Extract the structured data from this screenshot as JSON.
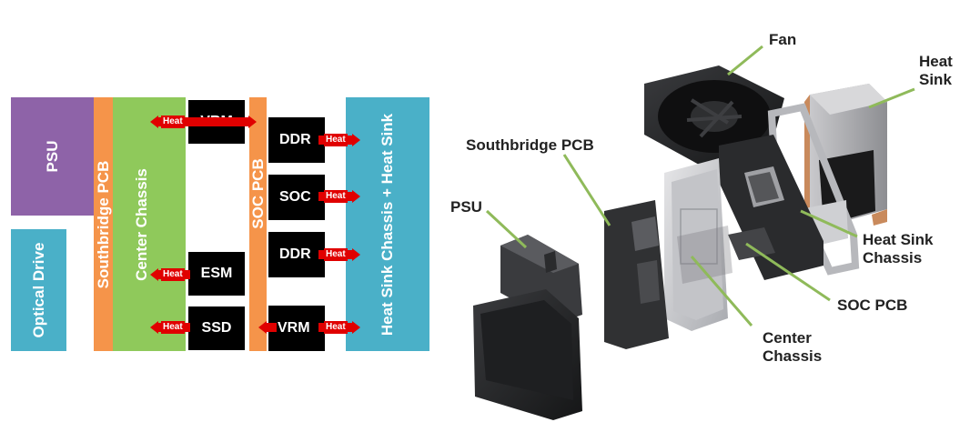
{
  "block_diagram": {
    "psu": "PSU",
    "optical_drive": "Optical Drive",
    "southbridge_pcb": "Southbridge PCB",
    "center_chassis": "Center Chassis",
    "soc_pcb": "SOC PCB",
    "heat_sink_chassis": "Heat Sink Chassis + Heat Sink",
    "vrm_left": "VRM",
    "esm": "ESM",
    "ssd": "SSD",
    "ddr_top": "DDR",
    "soc": "SOC",
    "ddr_bottom": "DDR",
    "vrm_right": "VRM",
    "heat_label": "Heat",
    "colors": {
      "psu": "#8e63a8",
      "optical_drive": "#4ab0c8",
      "southbridge": "#f5944a",
      "center_chassis": "#8fc95b",
      "soc_pcb": "#f5944a",
      "heat_sink": "#4ab0c8",
      "chip": "#000000",
      "heat_arrow": "#e00000"
    }
  },
  "exploded_view": {
    "fan": "Fan",
    "heat_sink": "Heat\nSink",
    "southbridge_pcb": "Southbridge PCB",
    "psu": "PSU",
    "heat_sink_chassis": "Heat Sink\nChassis",
    "soc_pcb": "SOC PCB",
    "center_chassis": "Center\nChassis",
    "leader_color": "#8fba5a"
  }
}
